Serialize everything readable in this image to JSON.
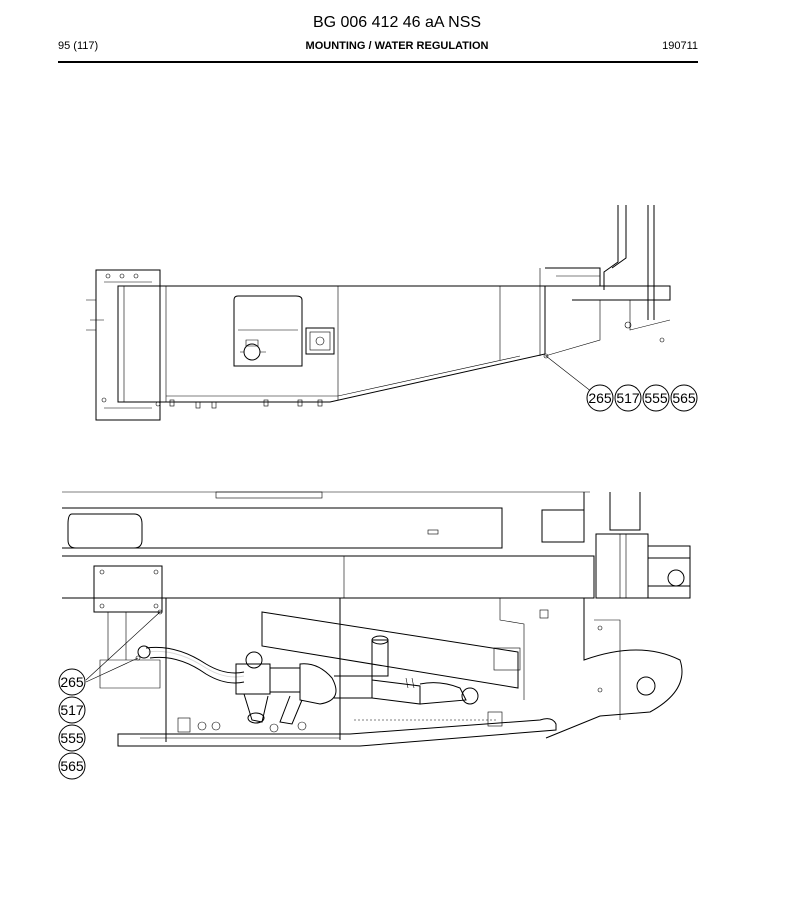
{
  "header": {
    "doc_number": "BG 006 412 46 aA NSS",
    "page": "95 (117)",
    "section": "MOUNTING / WATER REGULATION",
    "date": "190711"
  },
  "callouts_top": [
    "265",
    "517",
    "555",
    "565"
  ],
  "callouts_bottom": [
    "265",
    "517",
    "555",
    "565"
  ]
}
